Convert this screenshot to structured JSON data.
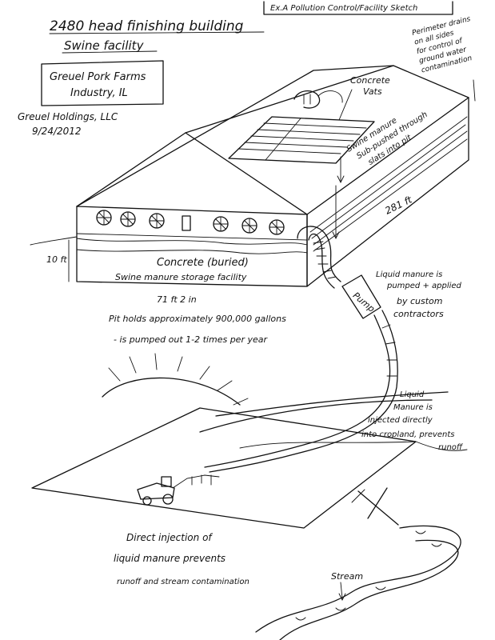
{
  "header": {
    "exhibit_label": "Ex.A  Pollution Control/Facility Sketch",
    "building_title": "2480 head finishing building",
    "building_subtitle": "Swine facility",
    "farm_name": "Greuel Pork Farms",
    "farm_location": "Industry, IL",
    "owner": "Greuel Holdings, LLC",
    "date": "9/24/2012"
  },
  "annotations": {
    "perimeter_lines": [
      "Perimeter drains",
      "on all sides",
      "for control of",
      "ground water",
      "contamination"
    ],
    "vats_label_1": "Concrete",
    "vats_label_2": "Vats",
    "slats_lines": [
      "Swine manure",
      "Sub-pushed through",
      "slats into pit"
    ],
    "building_length": "281 ft",
    "wall_height": "10 ft",
    "pit_label": "Concrete (buried)",
    "pit_sublabel": "Swine manure storage facility",
    "building_width": "71 ft 2 in",
    "pit_capacity_1": "Pit holds approximately 900,000 gallons",
    "pit_capacity_2": "- is pumped out 1-2 times per year",
    "pump_label": "Pump",
    "custom_lines": [
      "Liquid manure is",
      "pumped + applied",
      "by custom",
      "contractors"
    ],
    "injection_lines": [
      "Liquid",
      "Manure is",
      "injected directly",
      "into cropland, prevents",
      "runoff"
    ],
    "direct_lines": [
      "Direct injection of",
      "liquid manure prevents",
      "runoff and stream contamination"
    ],
    "stream_label": "Stream"
  }
}
